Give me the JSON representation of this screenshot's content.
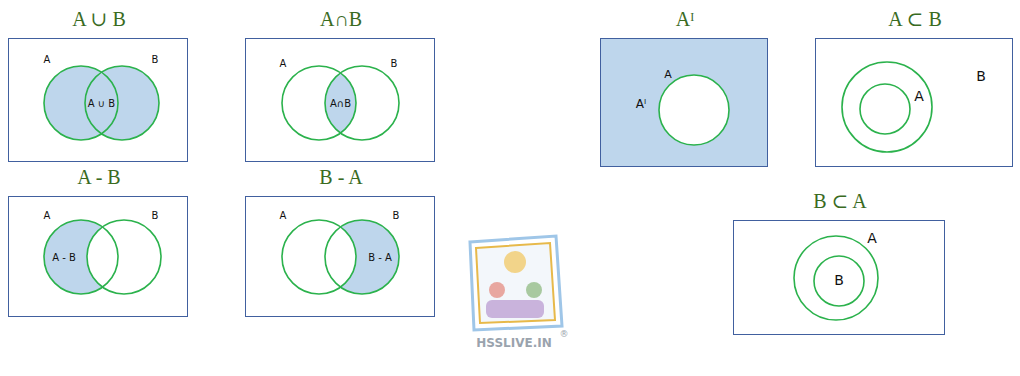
{
  "diagram": {
    "nodes": [
      {
        "text": [
          "A ∪ B",
          "A",
          "B",
          "A ∪ B"
        ]
      },
      {
        "text": [
          "A∩B",
          "A",
          "B",
          "A∩B"
        ]
      },
      {
        "text": [
          "Aᴵ",
          "A",
          "Aᴵ"
        ]
      },
      {
        "text": [
          "A ⊂ B",
          "A",
          "B"
        ]
      },
      {
        "text": [
          "A - B",
          "A",
          "B",
          "A - B"
        ]
      },
      {
        "text": [
          "B - A",
          "A",
          "B",
          "B - A"
        ]
      },
      {
        "text": [
          "B ⊂ A",
          "B",
          "A"
        ]
      }
    ],
    "labels": [
      "HSSLIVE.IN",
      "®"
    ]
  }
}
